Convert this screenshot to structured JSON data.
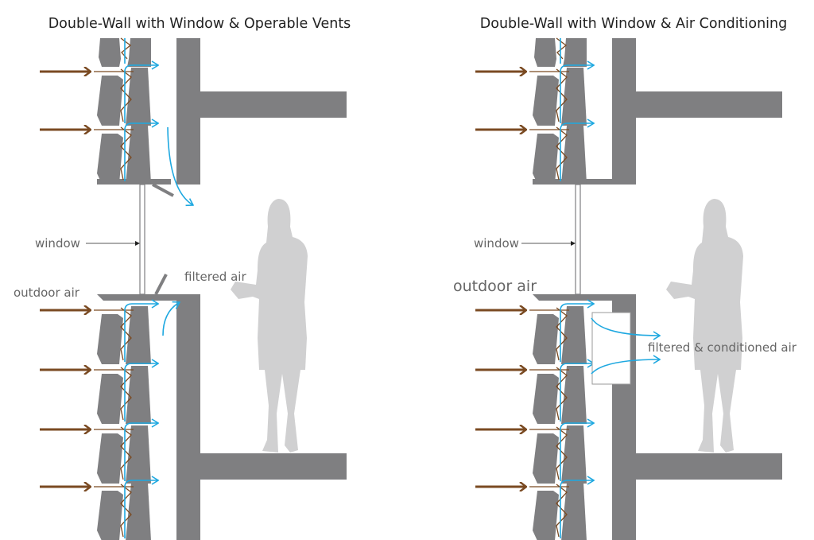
{
  "colors": {
    "structure": "#7f7f81",
    "person": "#d0d0d1",
    "outdoor_arrow": "#7a4a22",
    "airflow": "#1ea8e0",
    "text": "#666666"
  },
  "panels": [
    {
      "title": "Double-Wall with Window & Operable Vents",
      "labels": {
        "window": "window",
        "outdoor_air": "outdoor air",
        "indoor_air": "filtered air"
      }
    },
    {
      "title": "Double-Wall with Window & Air Conditioning",
      "labels": {
        "window": "window",
        "outdoor_air": "outdoor air",
        "indoor_air": "filtered & conditioned air"
      }
    }
  ]
}
